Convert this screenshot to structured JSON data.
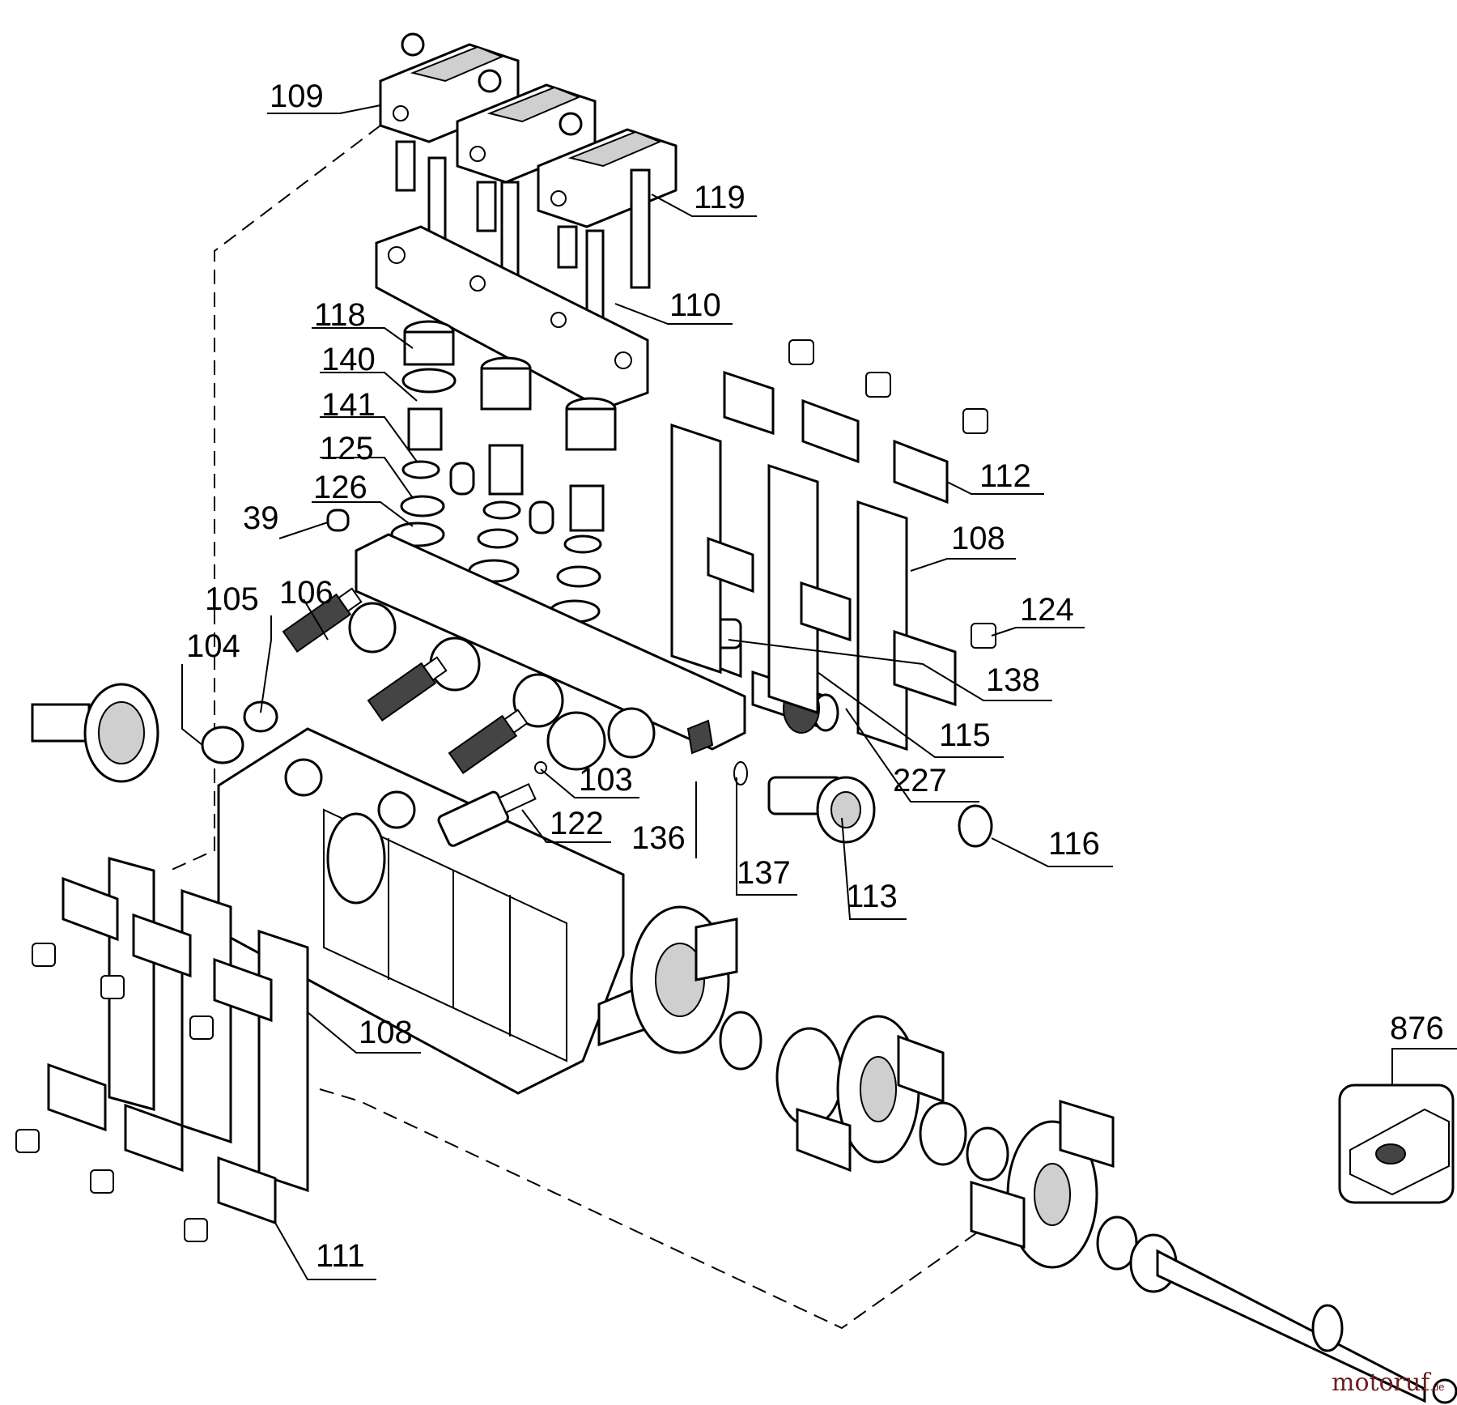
{
  "callouts": {
    "c109": "109",
    "c119": "119",
    "c110": "110",
    "c118": "118",
    "c140": "140",
    "c141": "141",
    "c125": "125",
    "c126": "126",
    "c39": "39",
    "c112": "112",
    "c108a": "108",
    "c124": "124",
    "c105": "105",
    "c106": "106",
    "c104": "104",
    "c138": "138",
    "c115": "115",
    "c227": "227",
    "c103": "103",
    "c122": "122",
    "c136": "136",
    "c116": "116",
    "c137": "137",
    "c113": "113",
    "c108b": "108",
    "c876": "876",
    "c111": "111"
  },
  "watermark": {
    "brand": "motoruf",
    "tld": ".de"
  }
}
